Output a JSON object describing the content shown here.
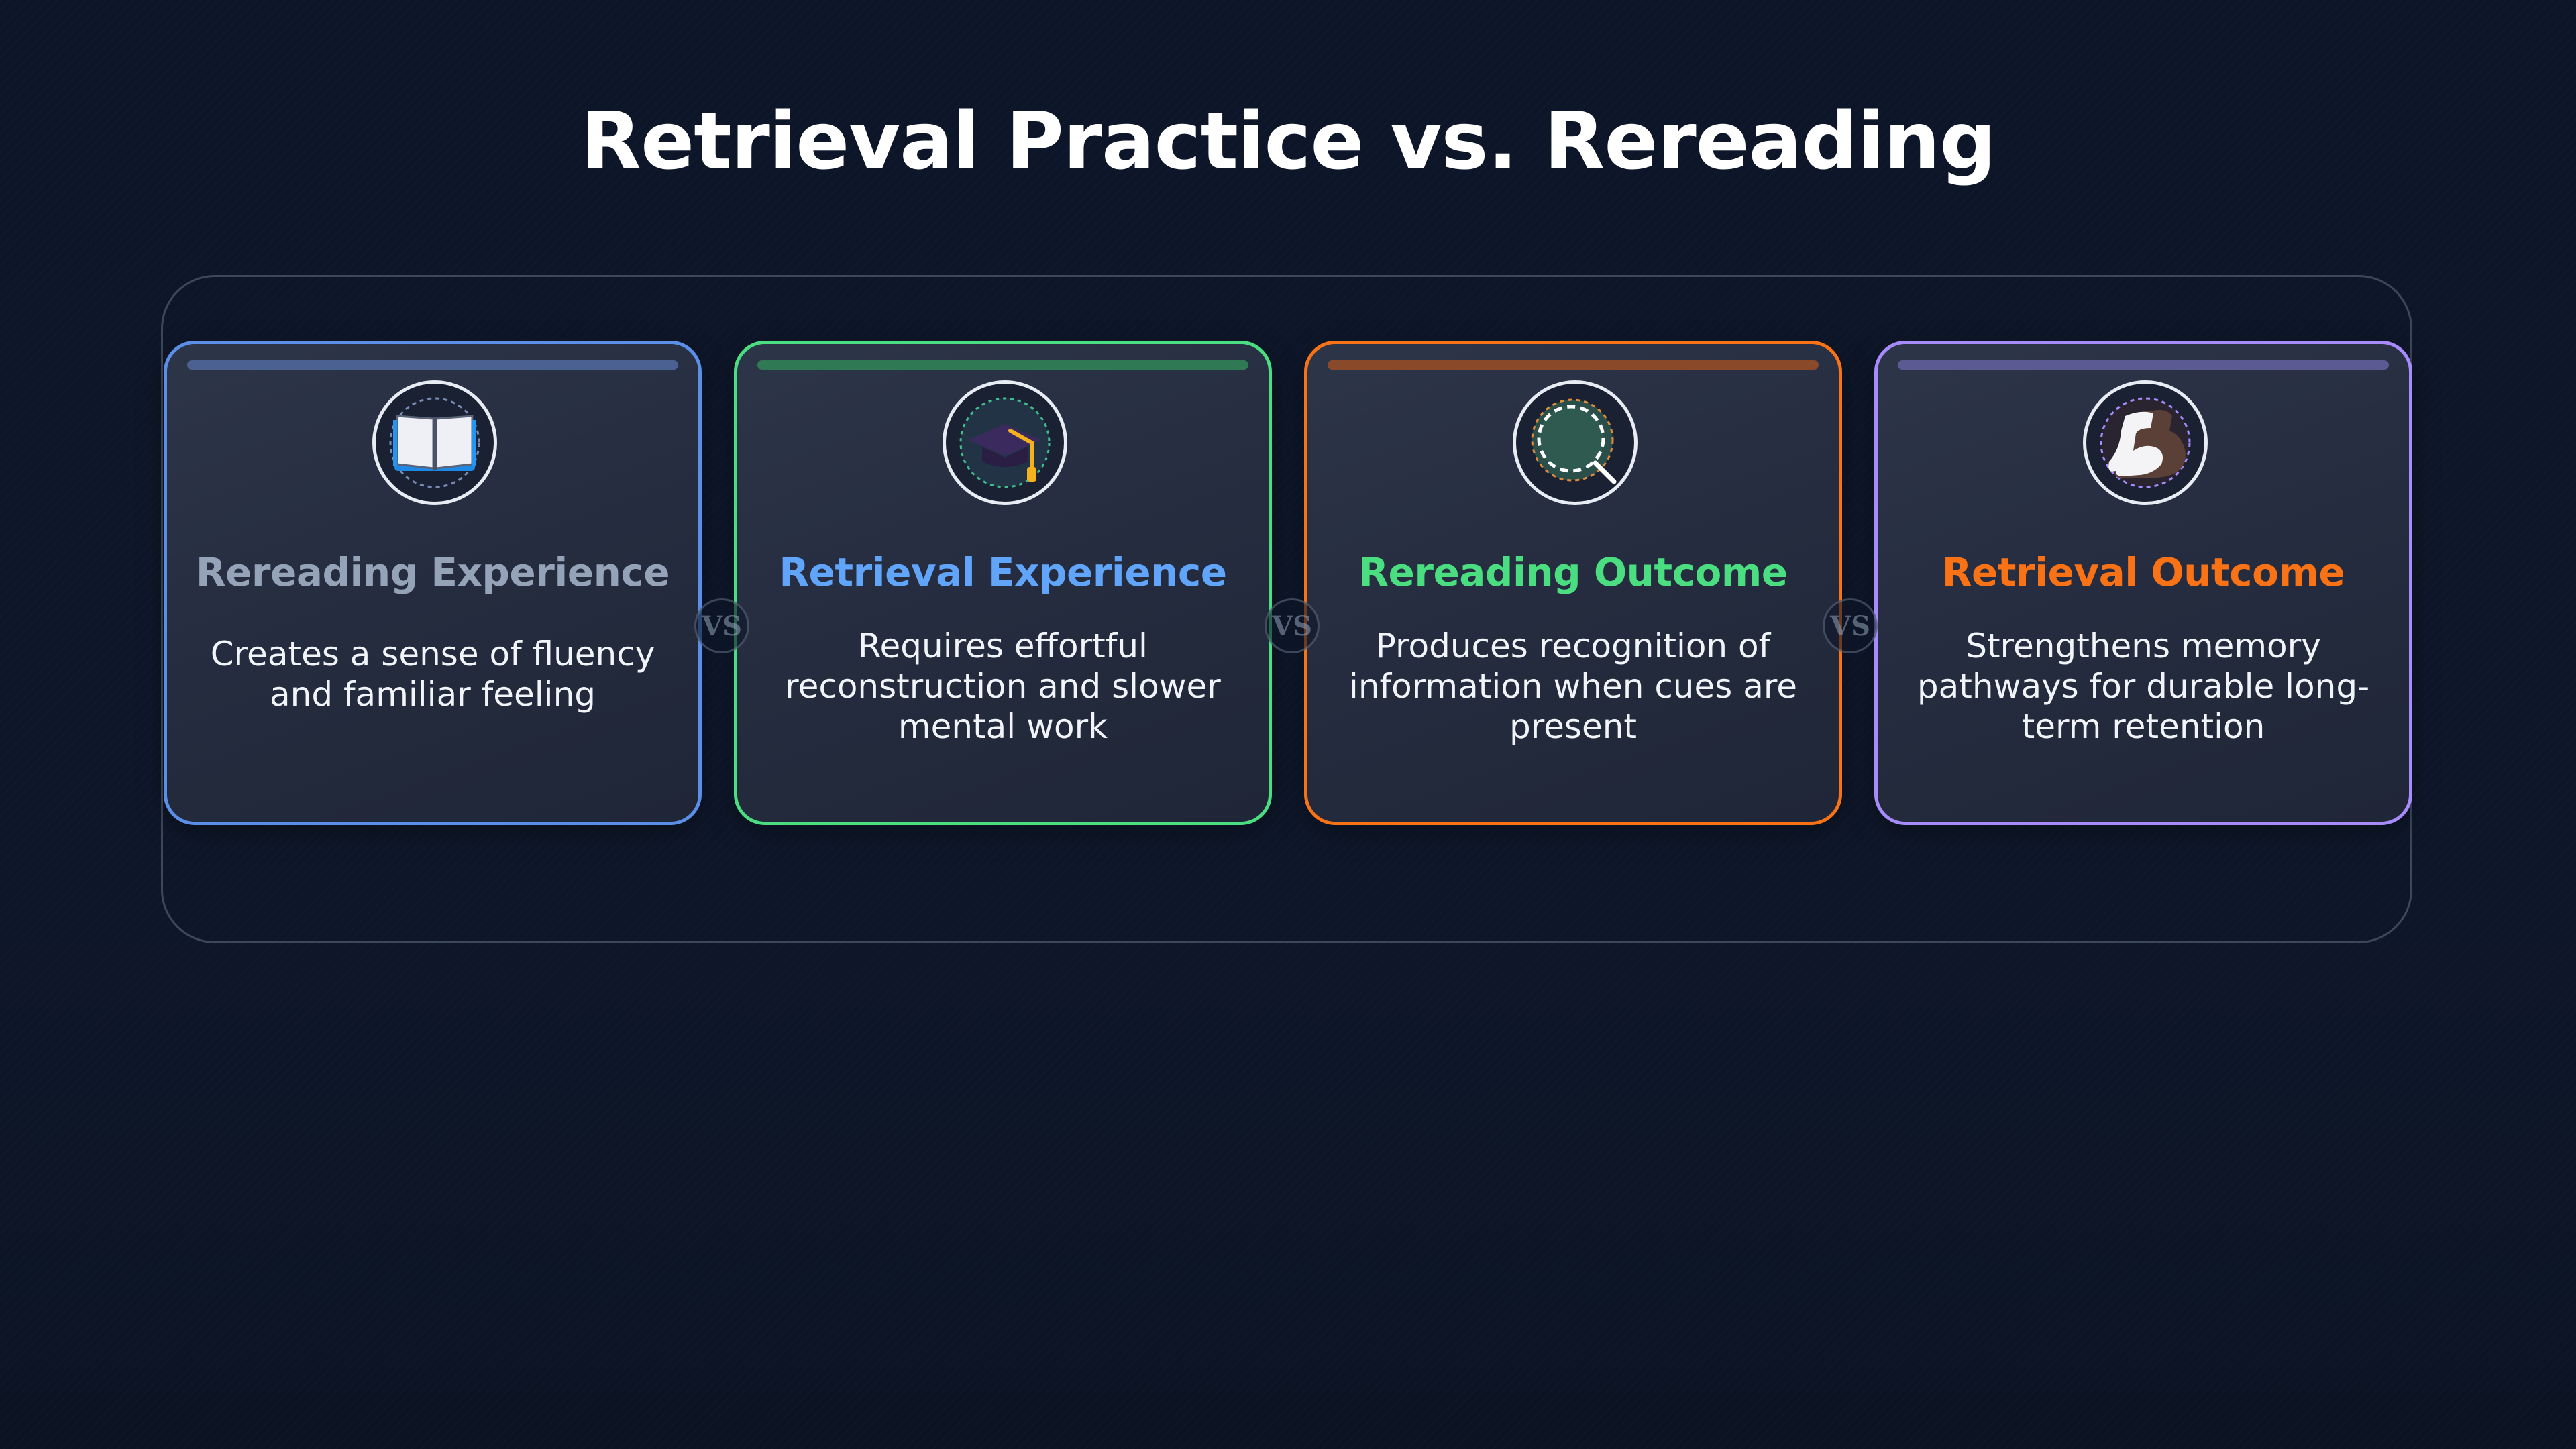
{
  "page": {
    "title": "Retrieval Practice vs. Rereading"
  },
  "separator_label": "VS",
  "cards": [
    {
      "title": "Rereading Experience",
      "description": "Creates a sense of fluency and familiar feeling",
      "icon": "open-book-icon",
      "border_color": "#5b8ee6",
      "title_color": "#94a3b8",
      "bar_color": "#4a6191"
    },
    {
      "title": "Retrieval Experience",
      "description": "Requires effortful reconstruction and slower mental work",
      "icon": "graduation-cap-icon",
      "border_color": "#4ade80",
      "title_color": "#60a5fa",
      "bar_color": "#2f7a55"
    },
    {
      "title": "Rereading Outcome",
      "description": "Produces recognition of information when cues are present",
      "icon": "magnifying-glass-icon",
      "border_color": "#f97316",
      "title_color": "#4ade80",
      "bar_color": "#8a4a2a"
    },
    {
      "title": "Retrieval Outcome",
      "description": "Strengthens memory pathways for durable long-term retention",
      "icon": "flexed-bicep-icon",
      "border_color": "#a78bfa",
      "title_color": "#f97316",
      "bar_color": "#5b5a92"
    }
  ]
}
